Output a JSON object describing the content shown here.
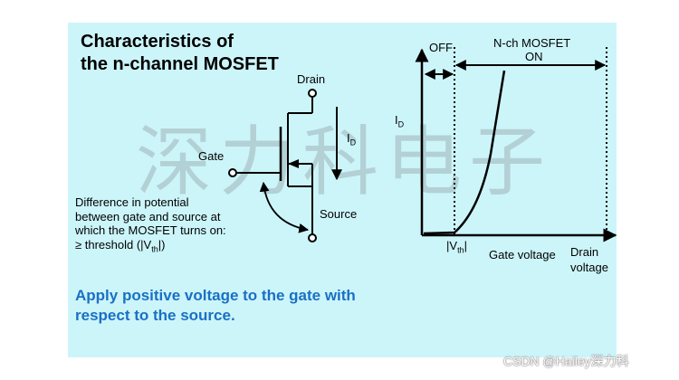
{
  "title": {
    "line1": "Characteristics of",
    "line2": "the n-channel MOSFET"
  },
  "circuit": {
    "drain": "Drain",
    "gate": "Gate",
    "source": "Source",
    "current": "I",
    "current_sub": "D"
  },
  "note": {
    "line1": "Difference in potential",
    "line2": "between gate and source at",
    "line3": "which the MOSFET turns on:",
    "line4_pre": "≥ threshold (|V",
    "line4_sub": "th",
    "line4_post": "|)"
  },
  "graph": {
    "off_label": "OFF",
    "on_line1": "N-ch MOSFET",
    "on_line2": "ON",
    "y_axis": "I",
    "y_axis_sub": "D",
    "vth_pre": "|V",
    "vth_sub": "th",
    "vth_post": "|",
    "gate_voltage": "Gate voltage",
    "drain_line1": "Drain",
    "drain_line2": "voltage"
  },
  "apply": {
    "line1": "Apply positive voltage to the gate with",
    "line2": "respect to the source."
  },
  "watermark": "深力科电子",
  "credit": "CSDN @Hailey深力科",
  "colors": {
    "panel": "#ccf5fa",
    "accent": "#1a70c4"
  }
}
